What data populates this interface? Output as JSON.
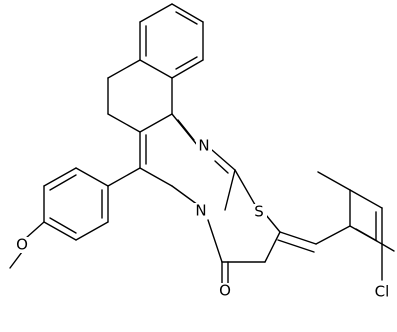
{
  "molecule": {
    "atoms": {
      "n_imine": "N",
      "n_ring": "N",
      "s_ring": "S",
      "o_carbonyl": "O",
      "o_methoxy": "O",
      "cl": "Cl"
    }
  }
}
